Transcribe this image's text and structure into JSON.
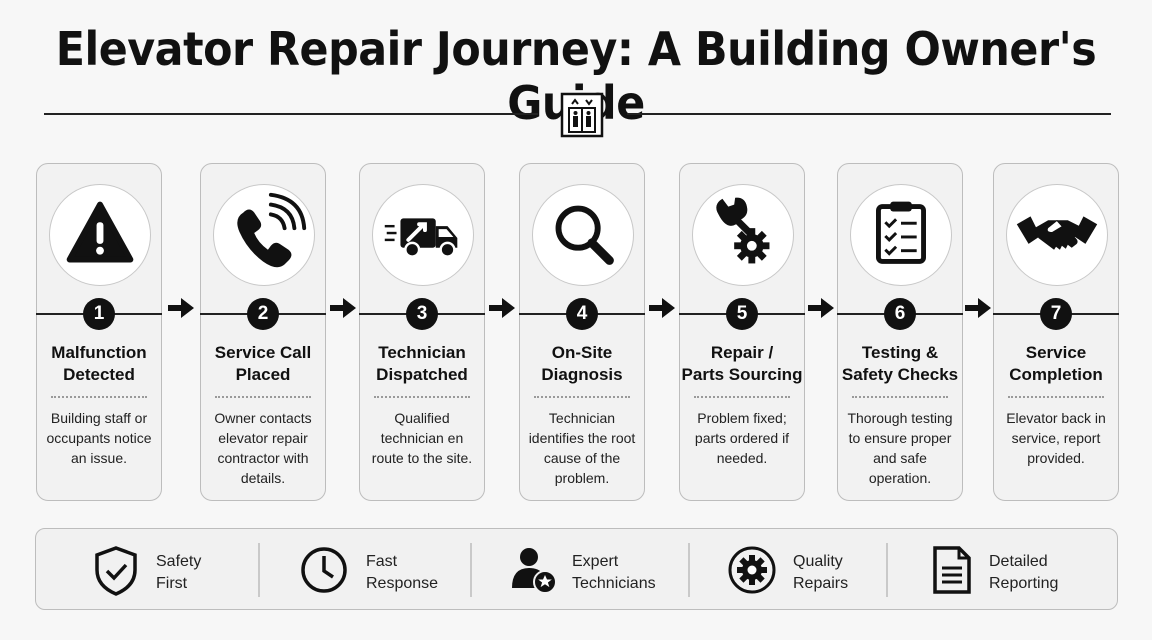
{
  "title": "Elevator Repair Journey: A Building Owner's Guide",
  "header_icon": "elevator-icon",
  "steps": [
    {
      "number": "1",
      "heading": "Malfunction\nDetected",
      "description": "Building staff or occupants notice an issue.",
      "icon": "warning-icon"
    },
    {
      "number": "2",
      "heading": "Service Call\nPlaced",
      "description": "Owner contacts elevator repair contractor with details.",
      "icon": "phone-icon"
    },
    {
      "number": "3",
      "heading": "Technician\nDispatched",
      "description": "Qualified technician en route to the site.",
      "icon": "van-icon"
    },
    {
      "number": "4",
      "heading": "On-Site\nDiagnosis",
      "description": "Technician identifies the root cause of the problem.",
      "icon": "magnifier-icon"
    },
    {
      "number": "5",
      "heading": "Repair /\nParts Sourcing",
      "description": "Problem fixed; parts ordered if needed.",
      "icon": "wrench-gear-icon"
    },
    {
      "number": "6",
      "heading": "Testing &\nSafety Checks",
      "description": "Thorough testing to ensure proper and safe operation.",
      "icon": "checklist-icon"
    },
    {
      "number": "7",
      "heading": "Service\nCompletion",
      "description": "Elevator back in service, report provided.",
      "icon": "handshake-icon"
    }
  ],
  "features": [
    {
      "label": "Safety\nFirst",
      "icon": "shield-check-icon"
    },
    {
      "label": "Fast\nResponse",
      "icon": "clock-icon"
    },
    {
      "label": "Expert\nTechnicians",
      "icon": "expert-user-icon"
    },
    {
      "label": "Quality\nRepairs",
      "icon": "gear-icon"
    },
    {
      "label": "Detailed\nReporting",
      "icon": "document-icon"
    }
  ]
}
